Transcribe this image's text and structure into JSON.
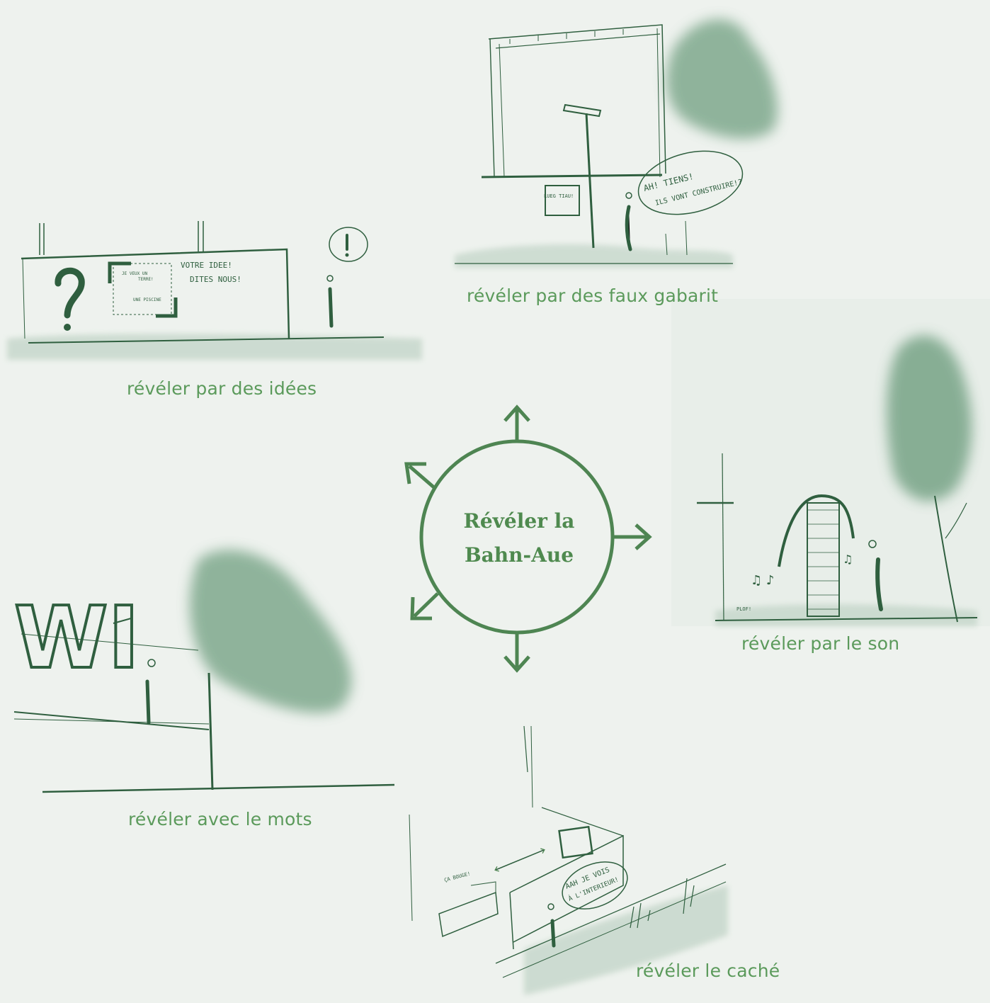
{
  "center": {
    "title_line1": "Révéler la",
    "title_line2": "Bahn-Aue"
  },
  "captions": {
    "faux_gabarit": "révéler par des faux gabarit",
    "idees": "révéler par des idées",
    "son": "révéler par le son",
    "mots": "révéler avec le mots",
    "cache": "révéler le caché"
  },
  "sketch_texts": {
    "idees_board_1": "VOTRE IDEE!",
    "idees_board_2": "DITES NOUS!",
    "idees_card_1": "JE VEUX UN",
    "idees_card_2": "TERRE!",
    "idees_card_3": "UNE PISCINE",
    "gabarit_bubble_1": "AH! TIENS!",
    "gabarit_bubble_2": "ILS VONT CONSTRUIRE!?",
    "gabarit_sign": "LUEG TIAU!",
    "son_text": "PLOF!",
    "mots_letters": "WI",
    "cache_bubble_1": "AAH JE VOIS",
    "cache_bubble_2": "À L'INTERIEUR!",
    "cache_box": "ÇA BOUGE!"
  },
  "colors": {
    "background": "#eef2ee",
    "ink": "#2f5f3f",
    "accent": "#5b9a5b",
    "wash": "#6f9f80"
  }
}
